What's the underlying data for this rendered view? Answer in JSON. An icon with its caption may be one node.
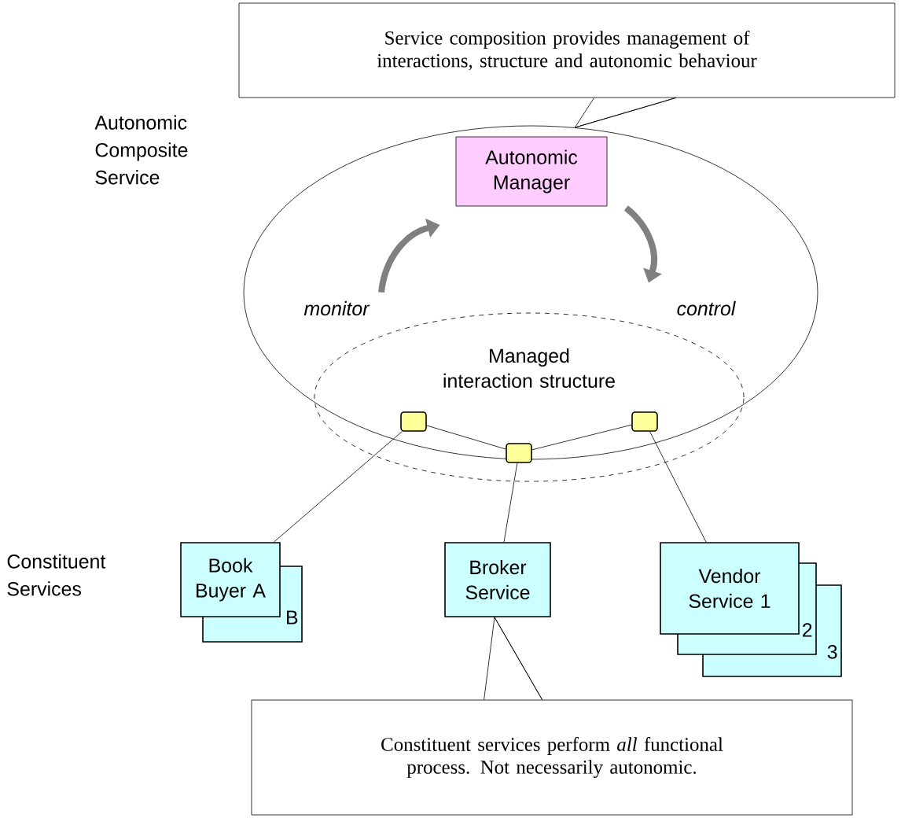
{
  "diagram": {
    "nodes": [
      {
        "text": [
          "Service composition provides management of interactions, structure and autonomic behaviour"
        ]
      },
      {
        "text": [
          "Autonomic Composite Service"
        ]
      },
      {
        "text": [
          "Autonomic Manager"
        ],
        "in": 1
      },
      {
        "text": [
          "Managed interaction structure"
        ],
        "in": 1
      },
      {
        "text": [],
        "shape": "box",
        "in": 3
      },
      {
        "text": [],
        "shape": "box",
        "in": 3
      },
      {
        "text": [],
        "shape": "box",
        "in": 3
      },
      {
        "text": [
          "Book Buyer A"
        ]
      },
      {
        "text": [
          "B"
        ]
      },
      {
        "text": [
          "Broker Service"
        ]
      },
      {
        "text": [
          "Vendor Service 1"
        ]
      },
      {
        "text": [
          "2"
        ]
      },
      {
        "text": [
          "3"
        ]
      },
      {
        "text": [
          "Constituent services perform *all* functional process. Not necessarily autonomic."
        ]
      }
    ],
    "edges": [
      {
        "from": 0,
        "to": 1,
        "arrow": "none"
      },
      {
        "from": 3,
        "to": 2,
        "arrow": "to",
        "label": "monitor",
        "style": "thick",
        "color": "#808080"
      },
      {
        "from": 2,
        "to": 3,
        "arrow": "to",
        "label": "control",
        "style": "thick",
        "color": "#808080"
      },
      {
        "from": 4,
        "to": 5,
        "arrow": "none"
      },
      {
        "from": 5,
        "to": 6,
        "arrow": "none"
      },
      {
        "from": 4,
        "to": 7,
        "arrow": "none"
      },
      {
        "from": 5,
        "to": 9,
        "arrow": "none"
      },
      {
        "from": 6,
        "to": 10,
        "arrow": "none"
      },
      {
        "from": 13,
        "to": 9,
        "arrow": "none"
      }
    ],
    "labels": [
      "Constituent Services"
    ]
  }
}
